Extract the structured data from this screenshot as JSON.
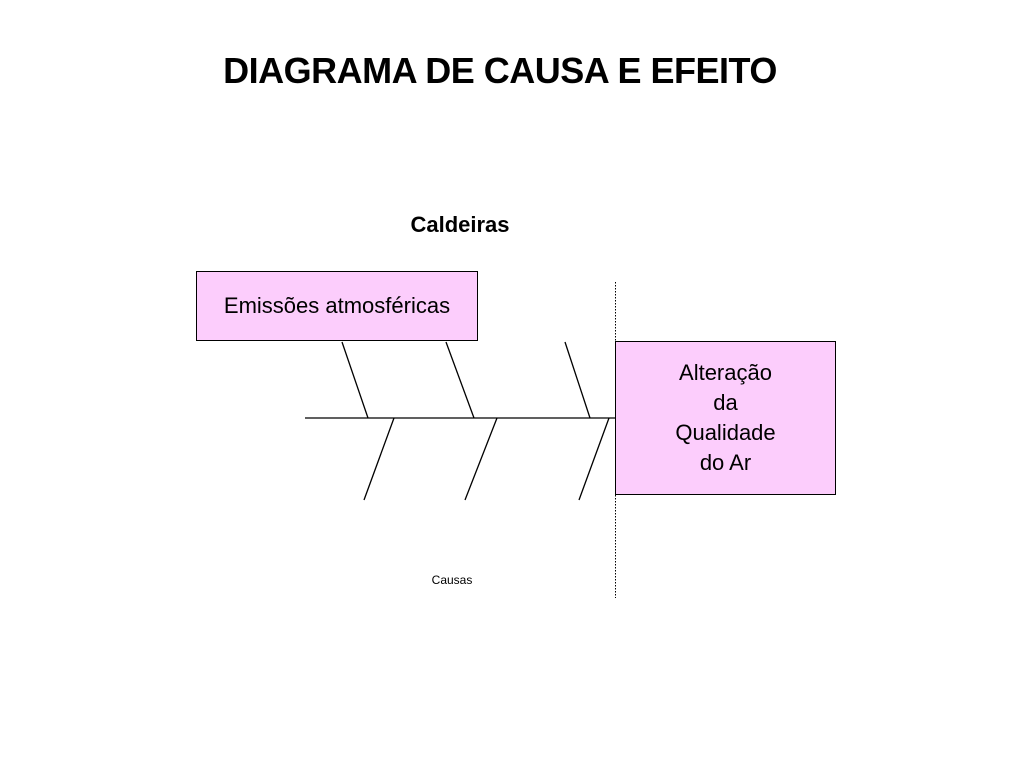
{
  "title": "DIAGRAMA DE CAUSA E EFEITO",
  "subtitle": "Caldeiras",
  "cause_box": {
    "label": "Emissões atmosféricas",
    "fill": "#fccdfc"
  },
  "effect_box": {
    "lines": [
      "Alteração",
      "da",
      "Qualidade",
      "do Ar"
    ],
    "fill": "#fccdfc"
  },
  "caption": "Causas",
  "colors": {
    "background": "#ffffff",
    "box_fill": "#fccdfc",
    "line": "#000000"
  }
}
